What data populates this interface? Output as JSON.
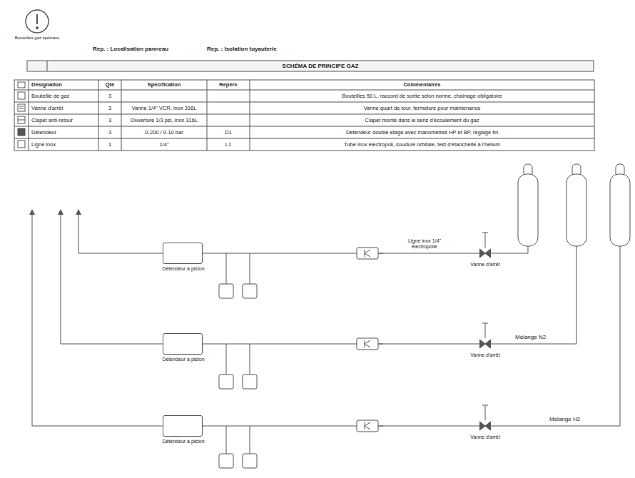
{
  "diagram": {
    "title": "SCHÉMA DE PRINCIPE GAZ",
    "nodes": [
      {
        "text": [
          "Détendeur à piston"
        ]
      },
      {
        "text": [
          "Vanne d'arrêt"
        ]
      },
      {
        "text": [
          "Détendeur à piston"
        ]
      },
      {
        "text": [
          "Vanne d'arrêt"
        ]
      },
      {
        "text": [
          "Détendeur à piston"
        ]
      },
      {
        "text": [
          "Vanne d'arrêt"
        ]
      }
    ],
    "edges": [
      {
        "from": 1,
        "to": 0,
        "arrow": "none",
        "label": "Ligne inox 1/4\" électropolie"
      },
      {
        "from": 3,
        "to": 2,
        "arrow": "none"
      },
      {
        "from": 5,
        "to": 4,
        "arrow": "none"
      }
    ],
    "labels": [
      "Bouteilles gaz spéciaux",
      "Rep. : Localisation panneau",
      "Rep. : Isolation tuyauterie",
      "Désignation",
      "Qté",
      "Spécification",
      "Repère",
      "Commentaires",
      "Bouteille de gaz",
      "3",
      "Bouteilles 50 L, raccord de sortie selon norme, chaînage obligatoire",
      "Vanne d'arrêt",
      "3",
      "Vanne 1/4\" VCR, inox 316L",
      "Vanne quart de tour, fermeture pour maintenance",
      "Clapet anti-retour",
      "3",
      "Ouverture 1/3 psi, inox 316L",
      "Clapet monté dans le sens d'écoulement du gaz",
      "Détendeur",
      "3",
      "0-200 / 0-10 bar",
      "D1",
      "Détendeur double étage avec manomètres HP et BP, réglage fin",
      "Ligne inox",
      "1",
      "1/4\"",
      "L1",
      "Tube inox électropoli, soudure orbitale, test d'étanchéité à l'hélium",
      "Mélange N2",
      "Mélange H2"
    ]
  }
}
